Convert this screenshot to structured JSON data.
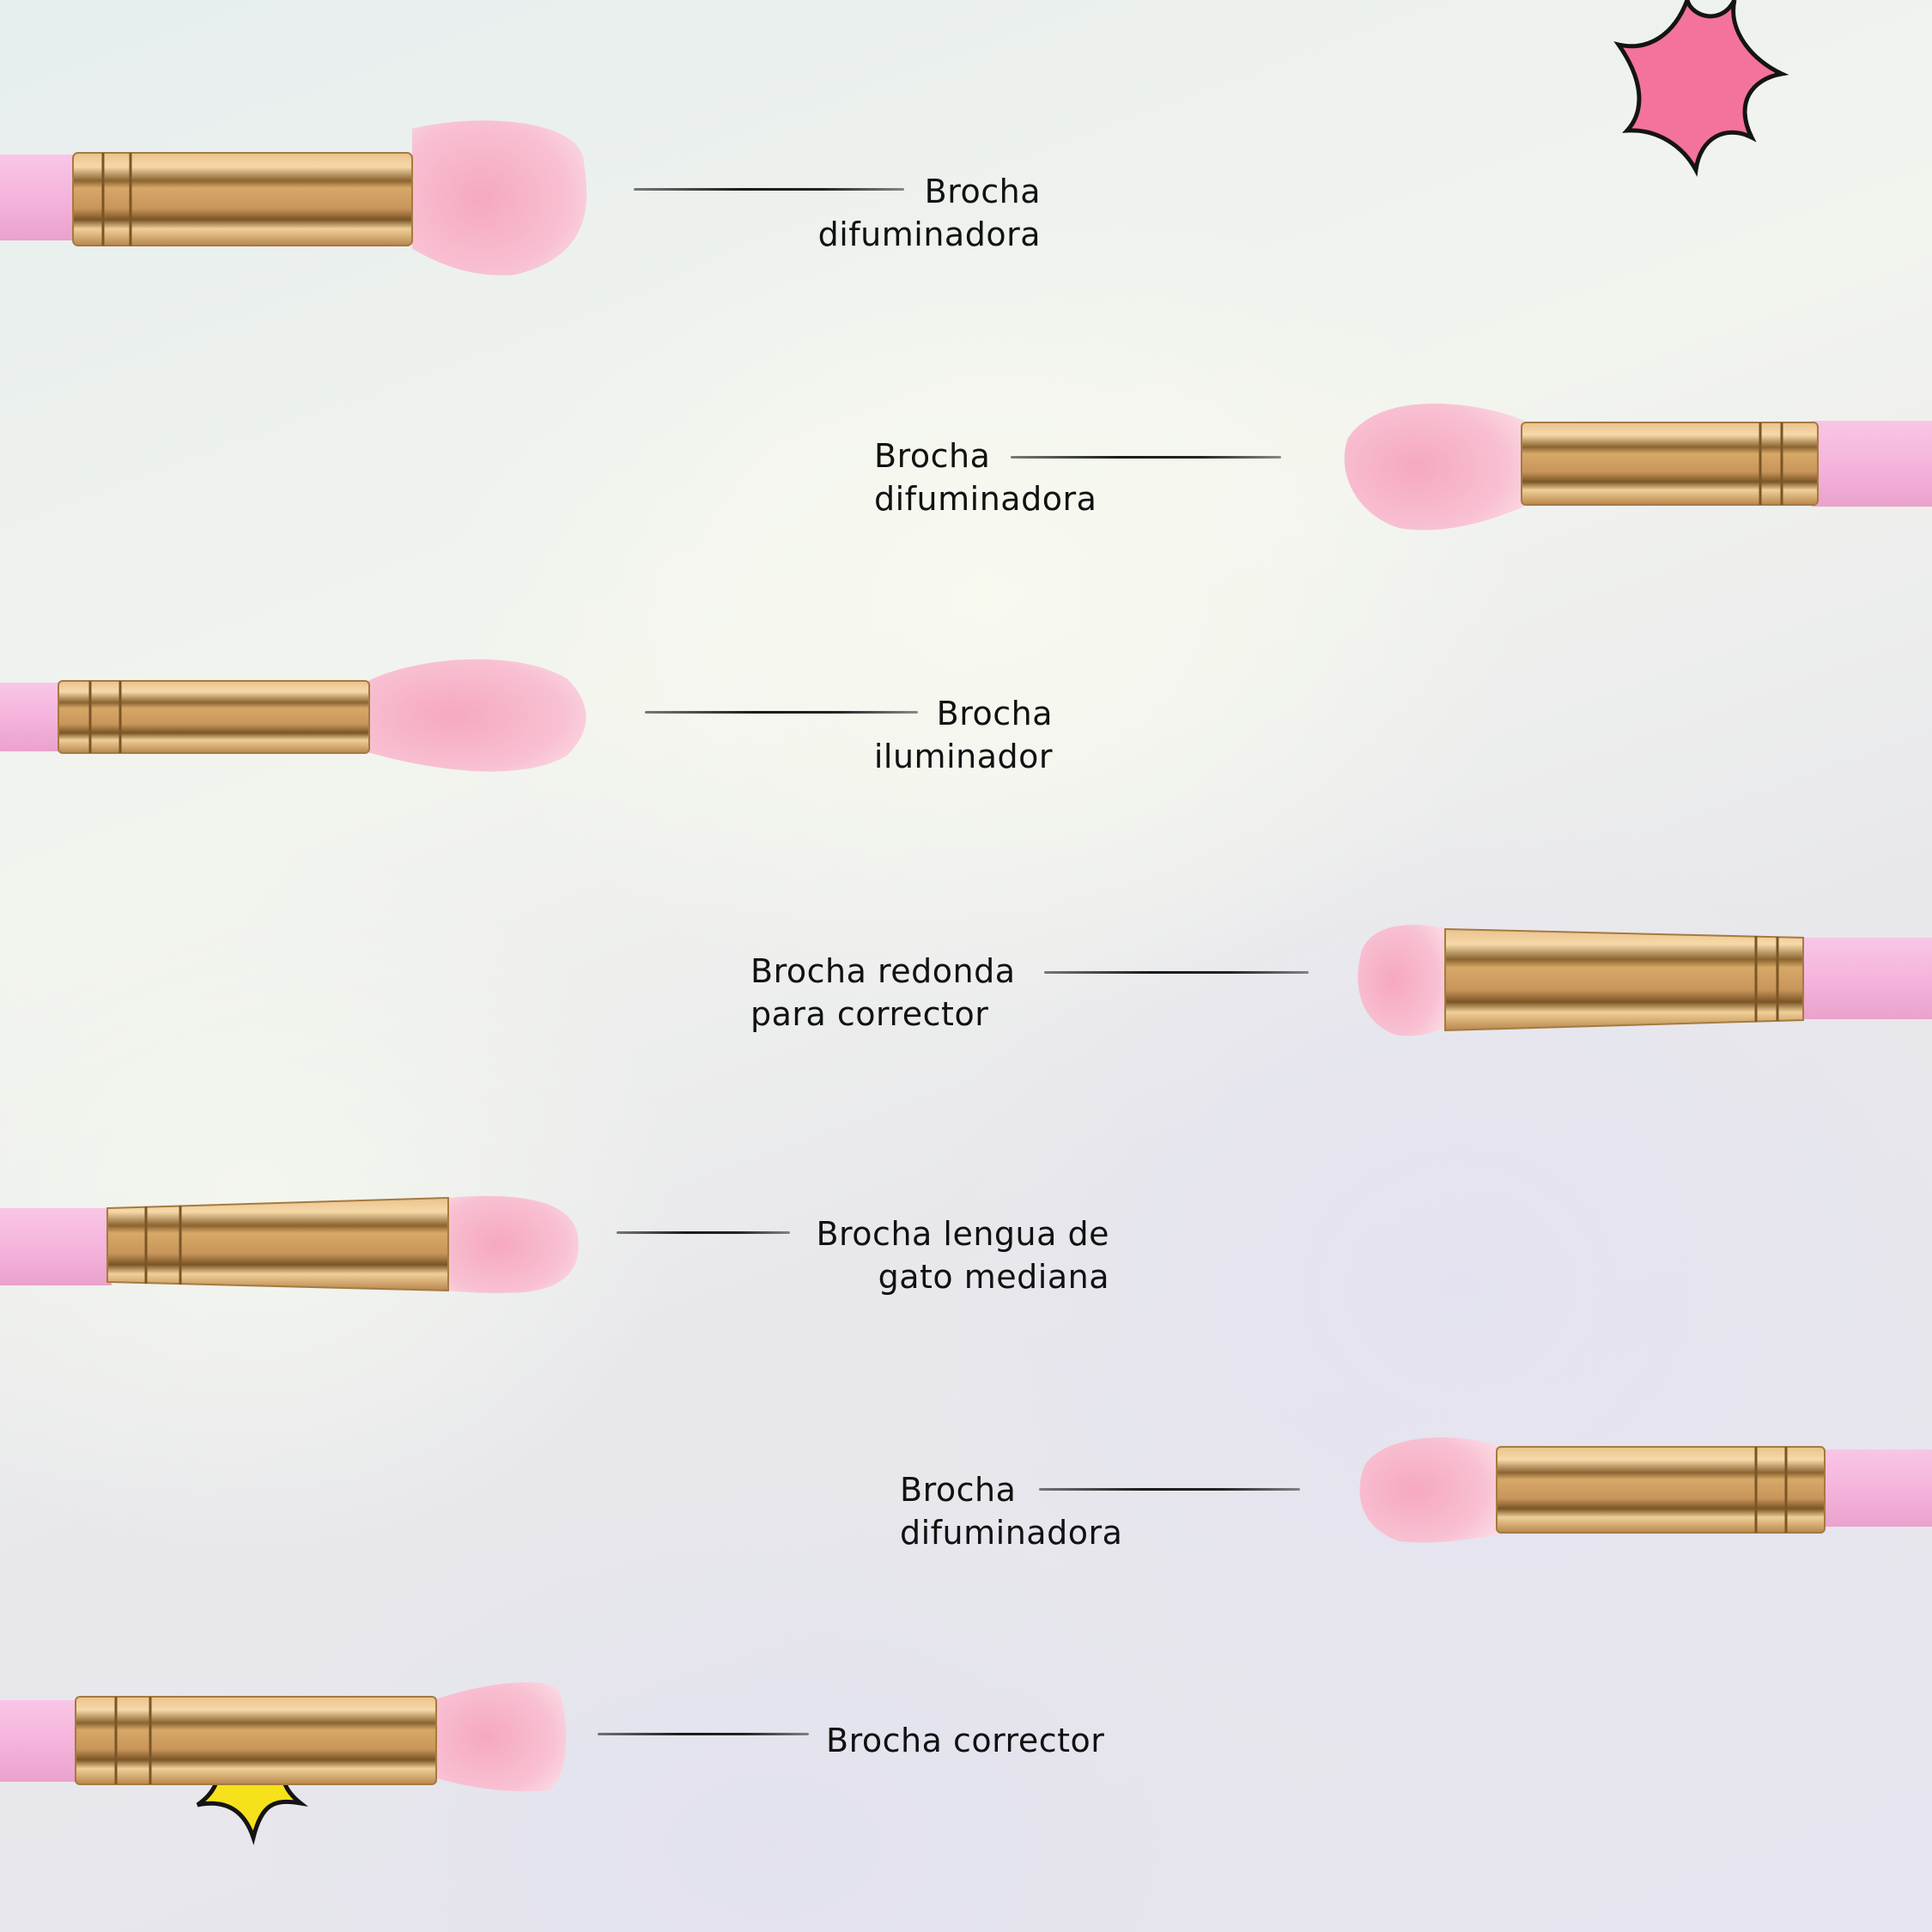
{
  "colors": {
    "handle_pink": "#f5b6dc",
    "bristle_pink": "#f7b8cc",
    "ferrule_gold": "#d9a86a",
    "ferrule_dark": "#6b4a22",
    "star_pink": "#f4739a",
    "star_yellow": "#f5e21a",
    "text": "#111111"
  },
  "labels": [
    {
      "line1": "Brocha",
      "line2": "difuminadora"
    },
    {
      "line1": "Brocha",
      "line2": "difuminadora"
    },
    {
      "line1": "Brocha",
      "line2": "iluminador"
    },
    {
      "line1": "Brocha redonda",
      "line2": "para corrector"
    },
    {
      "line1": "Brocha lengua de",
      "line2": "gato mediana"
    },
    {
      "line1": "Brocha",
      "line2": "difuminadora"
    },
    {
      "line1": "Brocha corrector",
      "line2": ""
    }
  ],
  "decorations": {
    "top_right": "pink-starburst-icon",
    "bottom_left": "yellow-starburst-icon"
  }
}
